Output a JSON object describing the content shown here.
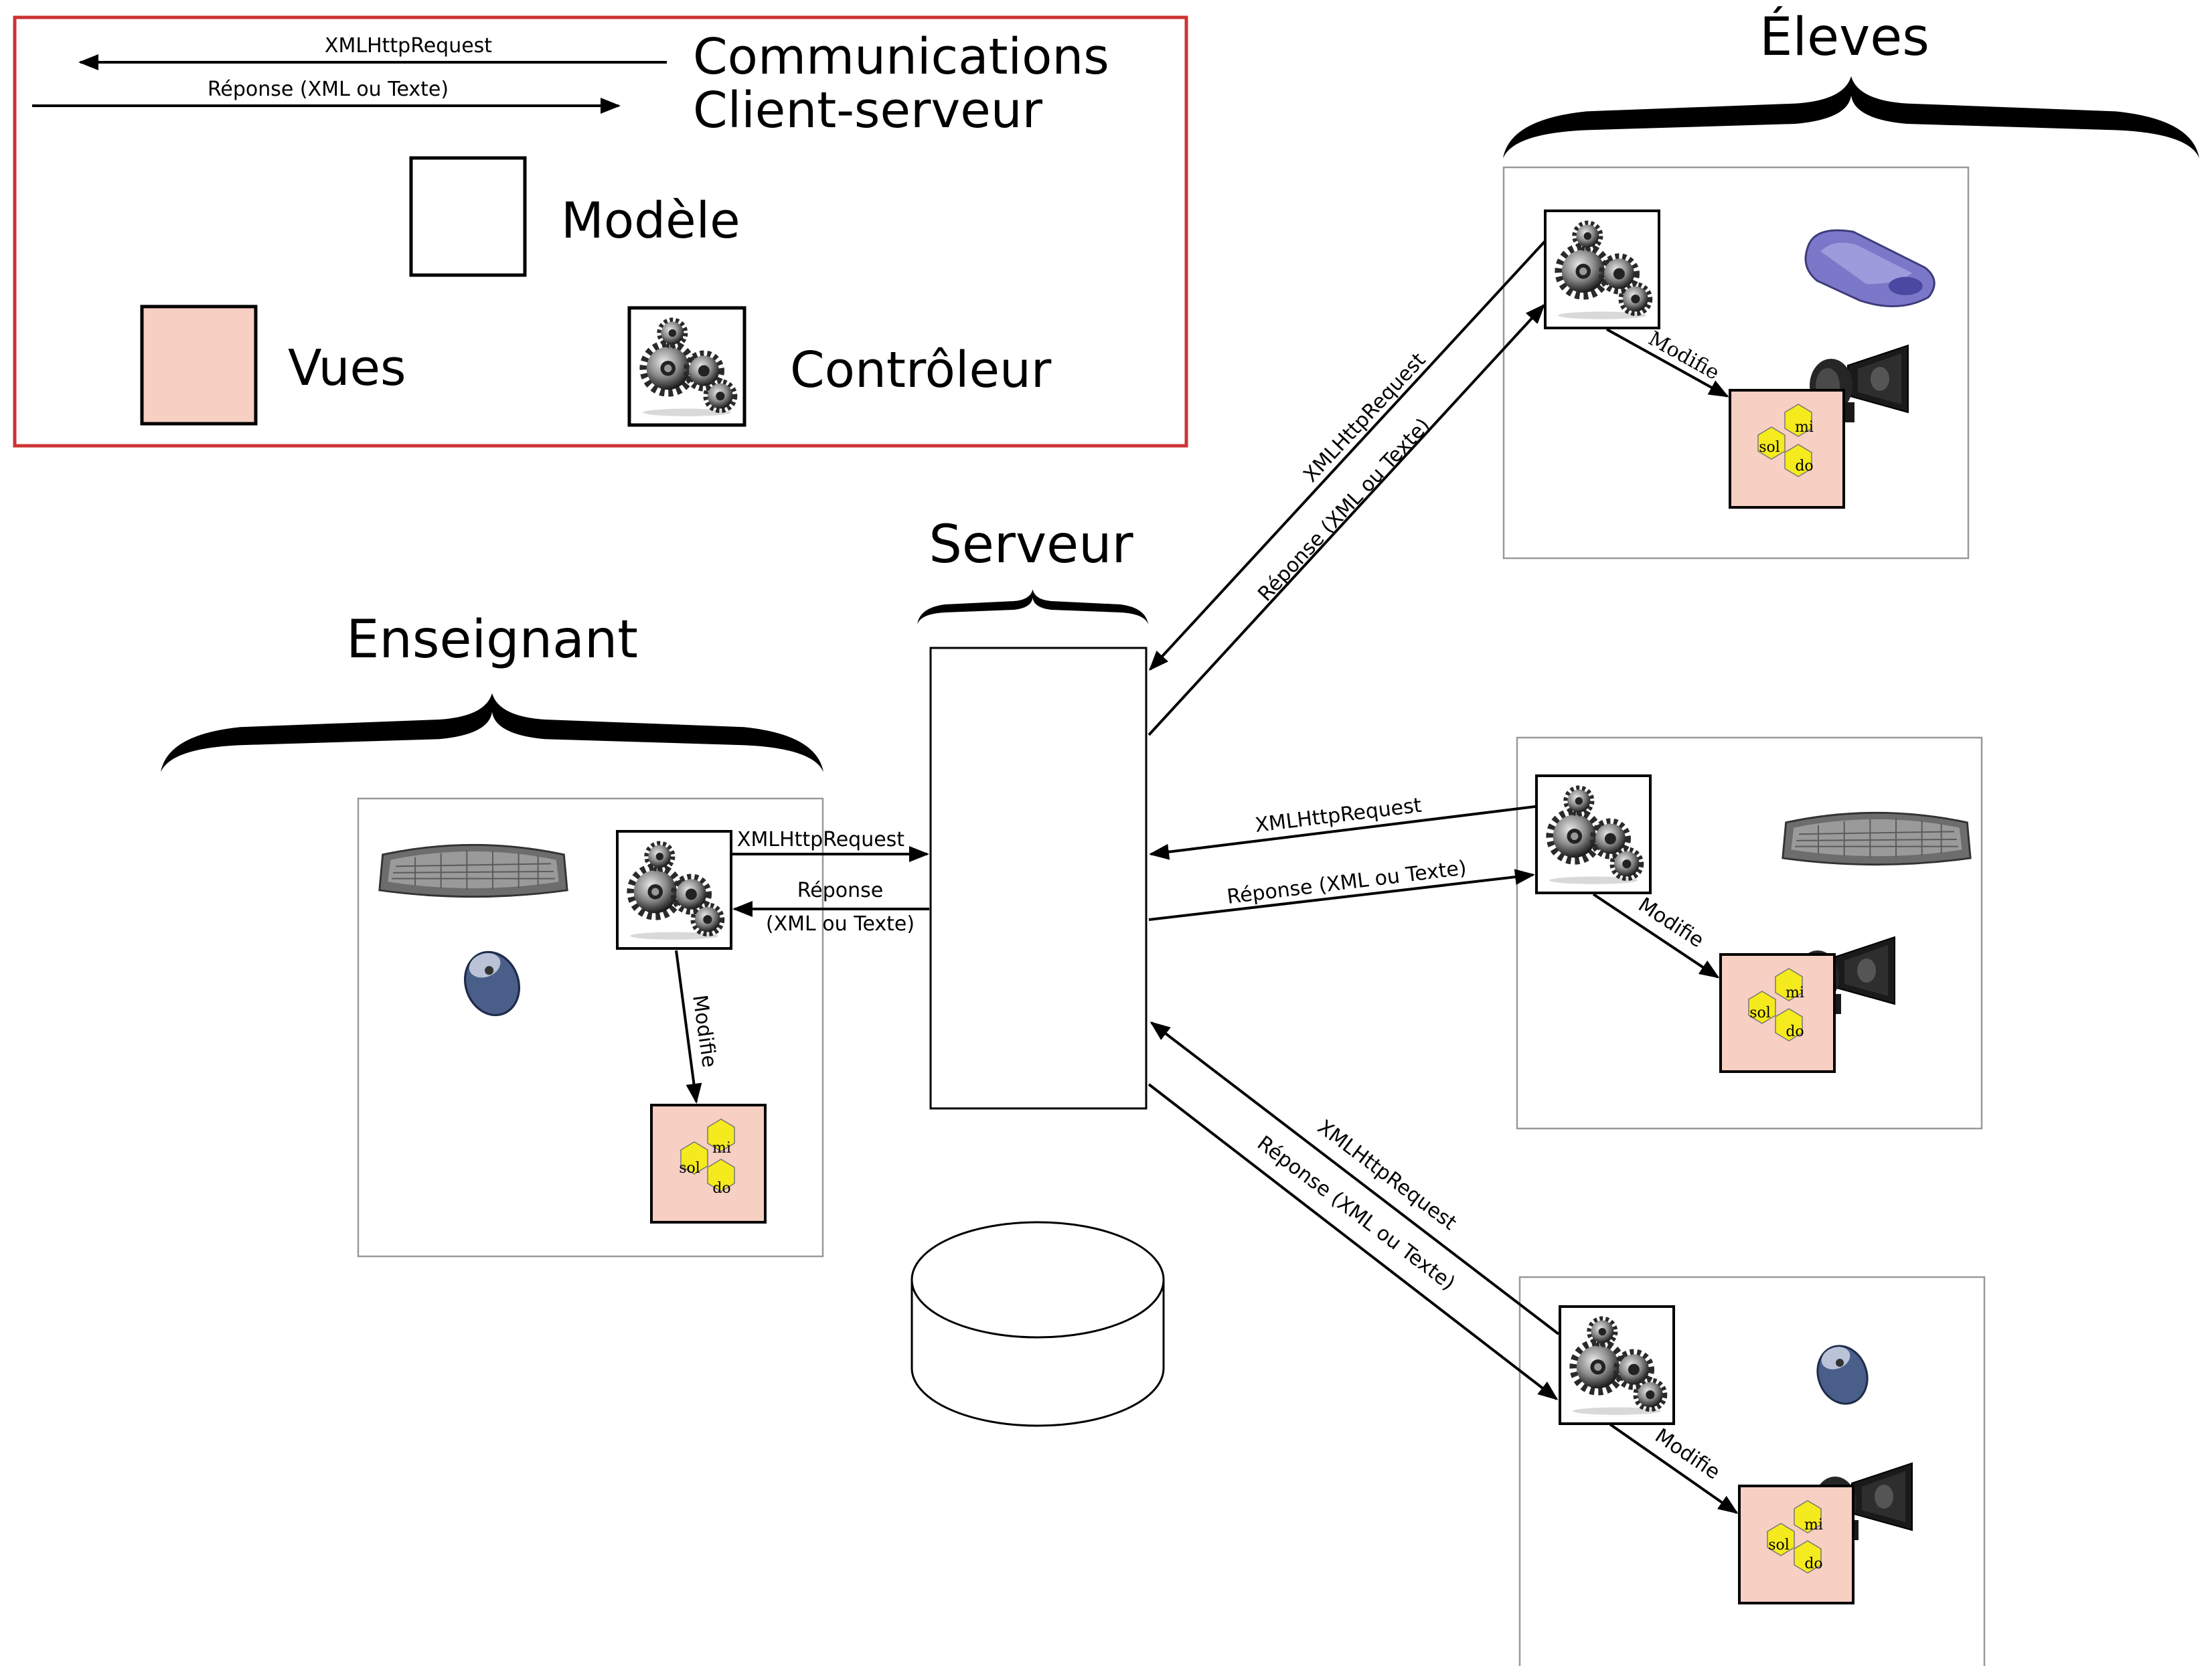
{
  "colors": {
    "legend_border": "#cc3333",
    "view_fill": "#f7cfc3",
    "hex_fill": "#f5ea1d",
    "client_box_border": "#999999"
  },
  "legend": {
    "request_label": "XMLHttpRequest",
    "response_label": "Réponse (XML ou Texte)",
    "communications_line1": "Communications",
    "communications_line2": "Client-serveur",
    "model_label": "Modèle",
    "views_label": "Vues",
    "controller_label": "Contrôleur"
  },
  "headers": {
    "teacher": "Enseignant",
    "server": "Serveur",
    "students": "Éleves"
  },
  "teacher": {
    "request_label": "XMLHttpRequest",
    "response_line1": "Réponse",
    "response_line2": "(XML ou Texte)",
    "modifies_label": "Modifie"
  },
  "student1": {
    "request_label": "XMLHttpRequest",
    "response_label": "Réponse (XML ou Texte)",
    "modifies_label": "Modifie"
  },
  "student2": {
    "request_label": "XMLHttpRequest",
    "response_label": "Réponse (XML ou Texte)",
    "modifies_label": "Modifie"
  },
  "student3": {
    "request_label": "XMLHttpRequest",
    "response_label": "Réponse (XML ou Texte)",
    "modifies_label": "Modifie"
  },
  "notes": {
    "hex_top": "mi",
    "hex_left": "sol",
    "hex_bottom": "do"
  },
  "icons": [
    "gears-icon",
    "keyboard-icon",
    "mouse-icon",
    "speaker-icon",
    "gamepad-icon",
    "database-icon",
    "brace-icon"
  ]
}
